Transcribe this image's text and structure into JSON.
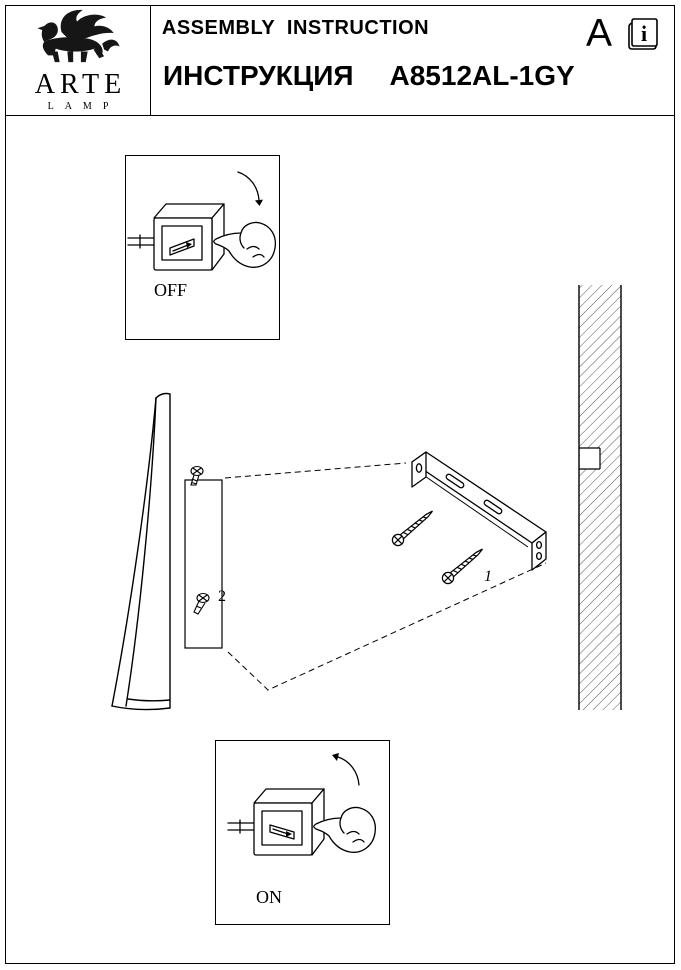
{
  "header": {
    "title_en": "ASSEMBLY  INSTRUCTION",
    "title_ru": "ИНСТРУКЦИЯ",
    "model": "A8512AL-1GY",
    "page_letter": "A"
  },
  "logo": {
    "brand": "ARTE",
    "sub": "LAMP"
  },
  "diagram": {
    "switch_off_label": "OFF",
    "switch_on_label": "ON",
    "part_bracket": "1",
    "part_screw": "2"
  },
  "icons": {
    "book_glyph": "i",
    "griffin": "griffin-logo-icon",
    "book": "manual-book-icon"
  },
  "colors": {
    "ink": "#000000",
    "paper": "#ffffff"
  }
}
